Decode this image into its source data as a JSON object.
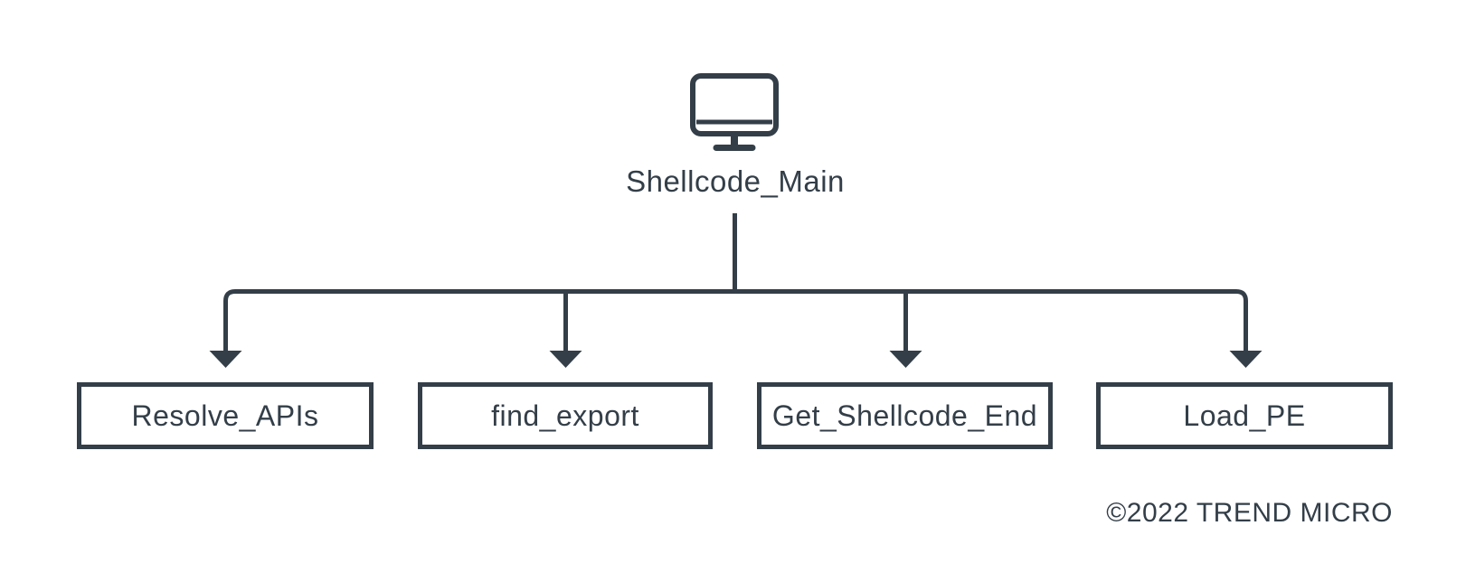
{
  "diagram": {
    "type": "call-tree",
    "root": {
      "icon": "computer-monitor",
      "label": "Shellcode_Main"
    },
    "children": [
      {
        "id": "resolve-apis",
        "label": "Resolve_APIs"
      },
      {
        "id": "find-export",
        "label": "find_export"
      },
      {
        "id": "get-shellcode-end",
        "label": "Get_Shellcode_End"
      },
      {
        "id": "load-pe",
        "label": "Load_PE"
      }
    ]
  },
  "footer": {
    "copyright": "©2022 TREND MICRO"
  },
  "colors": {
    "ink": "#333e48",
    "background": "#ffffff",
    "node_fill": "#ffffff"
  }
}
